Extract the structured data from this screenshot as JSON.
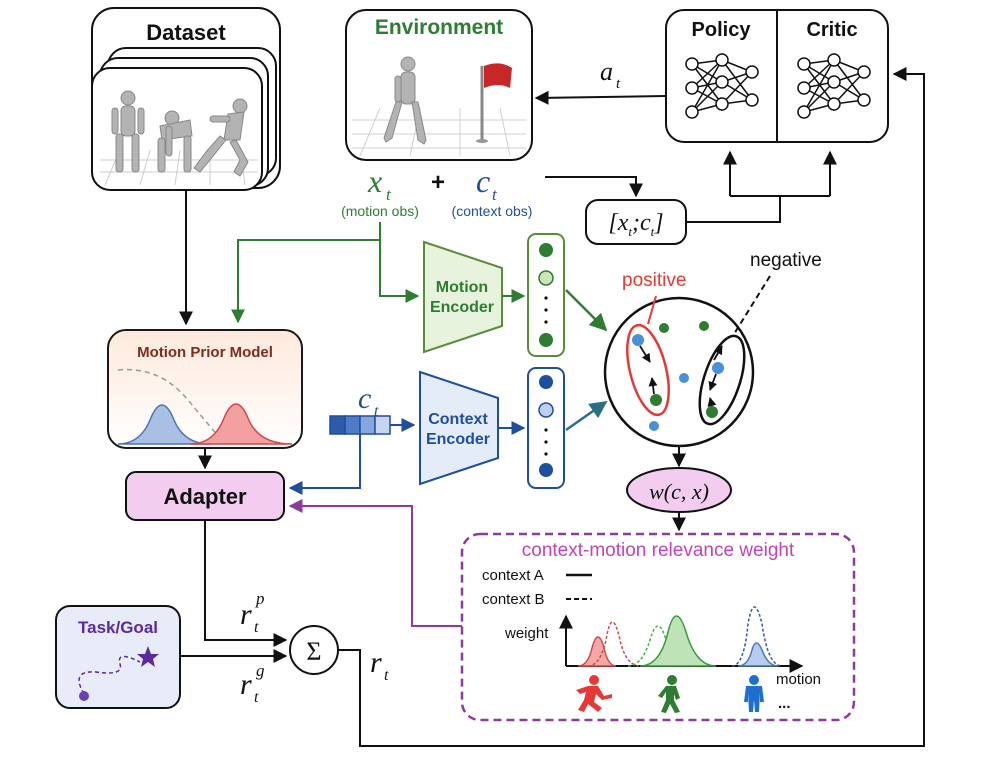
{
  "dataset": {
    "title": "Dataset"
  },
  "environment": {
    "title": "Environment"
  },
  "policy": {
    "title": "Policy"
  },
  "critic": {
    "title": "Critic"
  },
  "action": {
    "symbol": "a",
    "sub": "t"
  },
  "motion_obs": {
    "symbol": "x",
    "sub": "t",
    "caption": "(motion obs)"
  },
  "plus": "+",
  "context_obs": {
    "symbol": "c",
    "sub": "t",
    "caption": "(context obs)"
  },
  "concat": {
    "open": "[",
    "x": "x",
    "xs": "t",
    "sep": ";",
    "c": "c",
    "cs": "t",
    "close": "]"
  },
  "motion_encoder": {
    "line1": "Motion",
    "line2": "Encoder"
  },
  "context_encoder": {
    "line1": "Context",
    "line2": "Encoder"
  },
  "context_input": {
    "symbol": "c",
    "sub": "t"
  },
  "contrastive": {
    "positive": "positive",
    "negative": "negative"
  },
  "weight_fn": {
    "text": "w(c, x)"
  },
  "prior": {
    "title": "Motion Prior Model"
  },
  "adapter": {
    "title": "Adapter"
  },
  "task": {
    "title": "Task/Goal"
  },
  "reward_p": {
    "symbol": "r",
    "sub": "t",
    "sup": "p"
  },
  "reward_g": {
    "symbol": "r",
    "sub": "t",
    "sup": "g"
  },
  "sum": {
    "symbol": "Σ"
  },
  "reward": {
    "symbol": "r",
    "sub": "t"
  },
  "relevance": {
    "title": "context-motion relevance weight",
    "legend_a": "context A",
    "legend_b": "context B",
    "ylabel": "weight",
    "xlabel": "motion",
    "ellipsis": "..."
  },
  "colors": {
    "green": "#2e7d32",
    "blue": "#1f4e9c",
    "red": "#e53935",
    "purple": "#8e3a9e",
    "adapter_fill": "#f2cdf0",
    "prior_title": "#7a2e1e",
    "task_title": "#5b2a9e"
  }
}
